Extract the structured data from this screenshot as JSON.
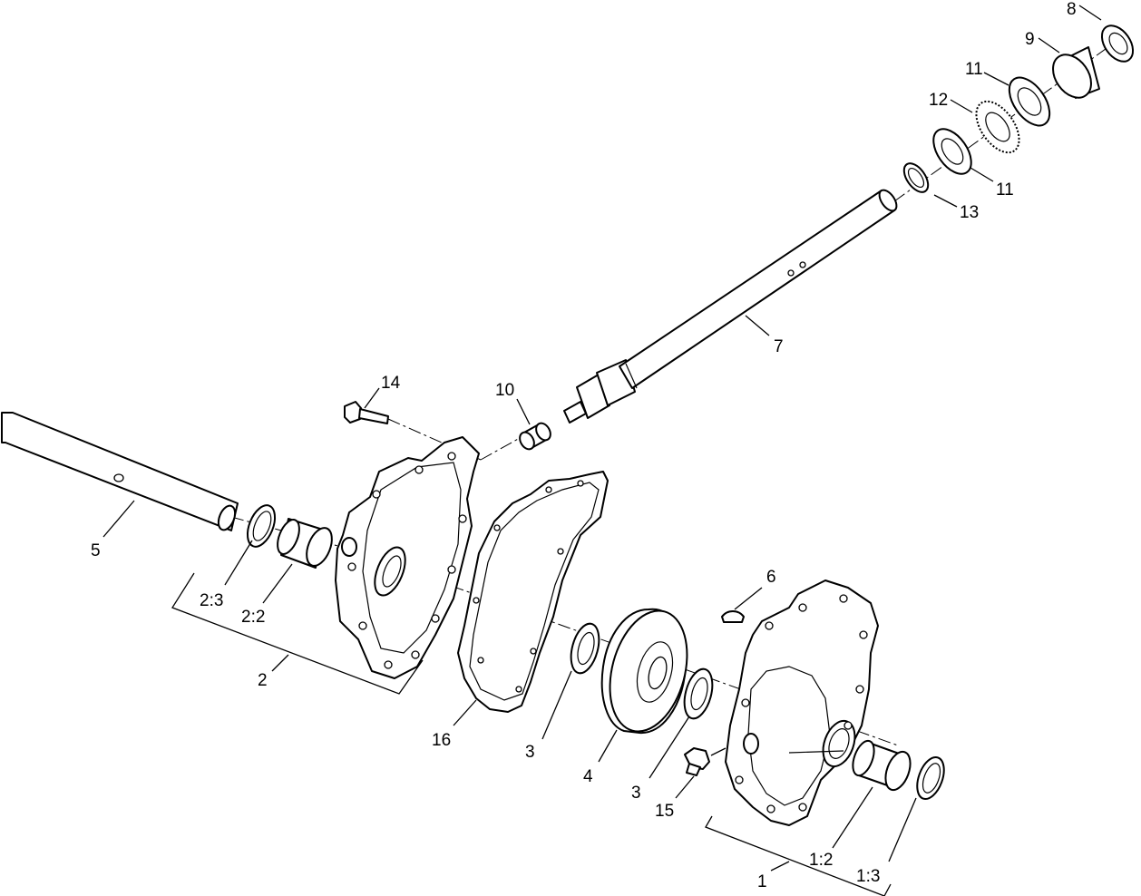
{
  "callouts": {
    "c1": "1",
    "c1_2": "1:2",
    "c1_3": "1:3",
    "c2": "2",
    "c2_2": "2:2",
    "c2_3": "2:3",
    "c3a": "3",
    "c3b": "3",
    "c4": "4",
    "c5": "5",
    "c6": "6",
    "c7": "7",
    "c8": "8",
    "c9": "9",
    "c10": "10",
    "c11a": "11",
    "c11b": "11",
    "c12": "12",
    "c13": "13",
    "c14": "14",
    "c15": "15",
    "c16": "16"
  }
}
